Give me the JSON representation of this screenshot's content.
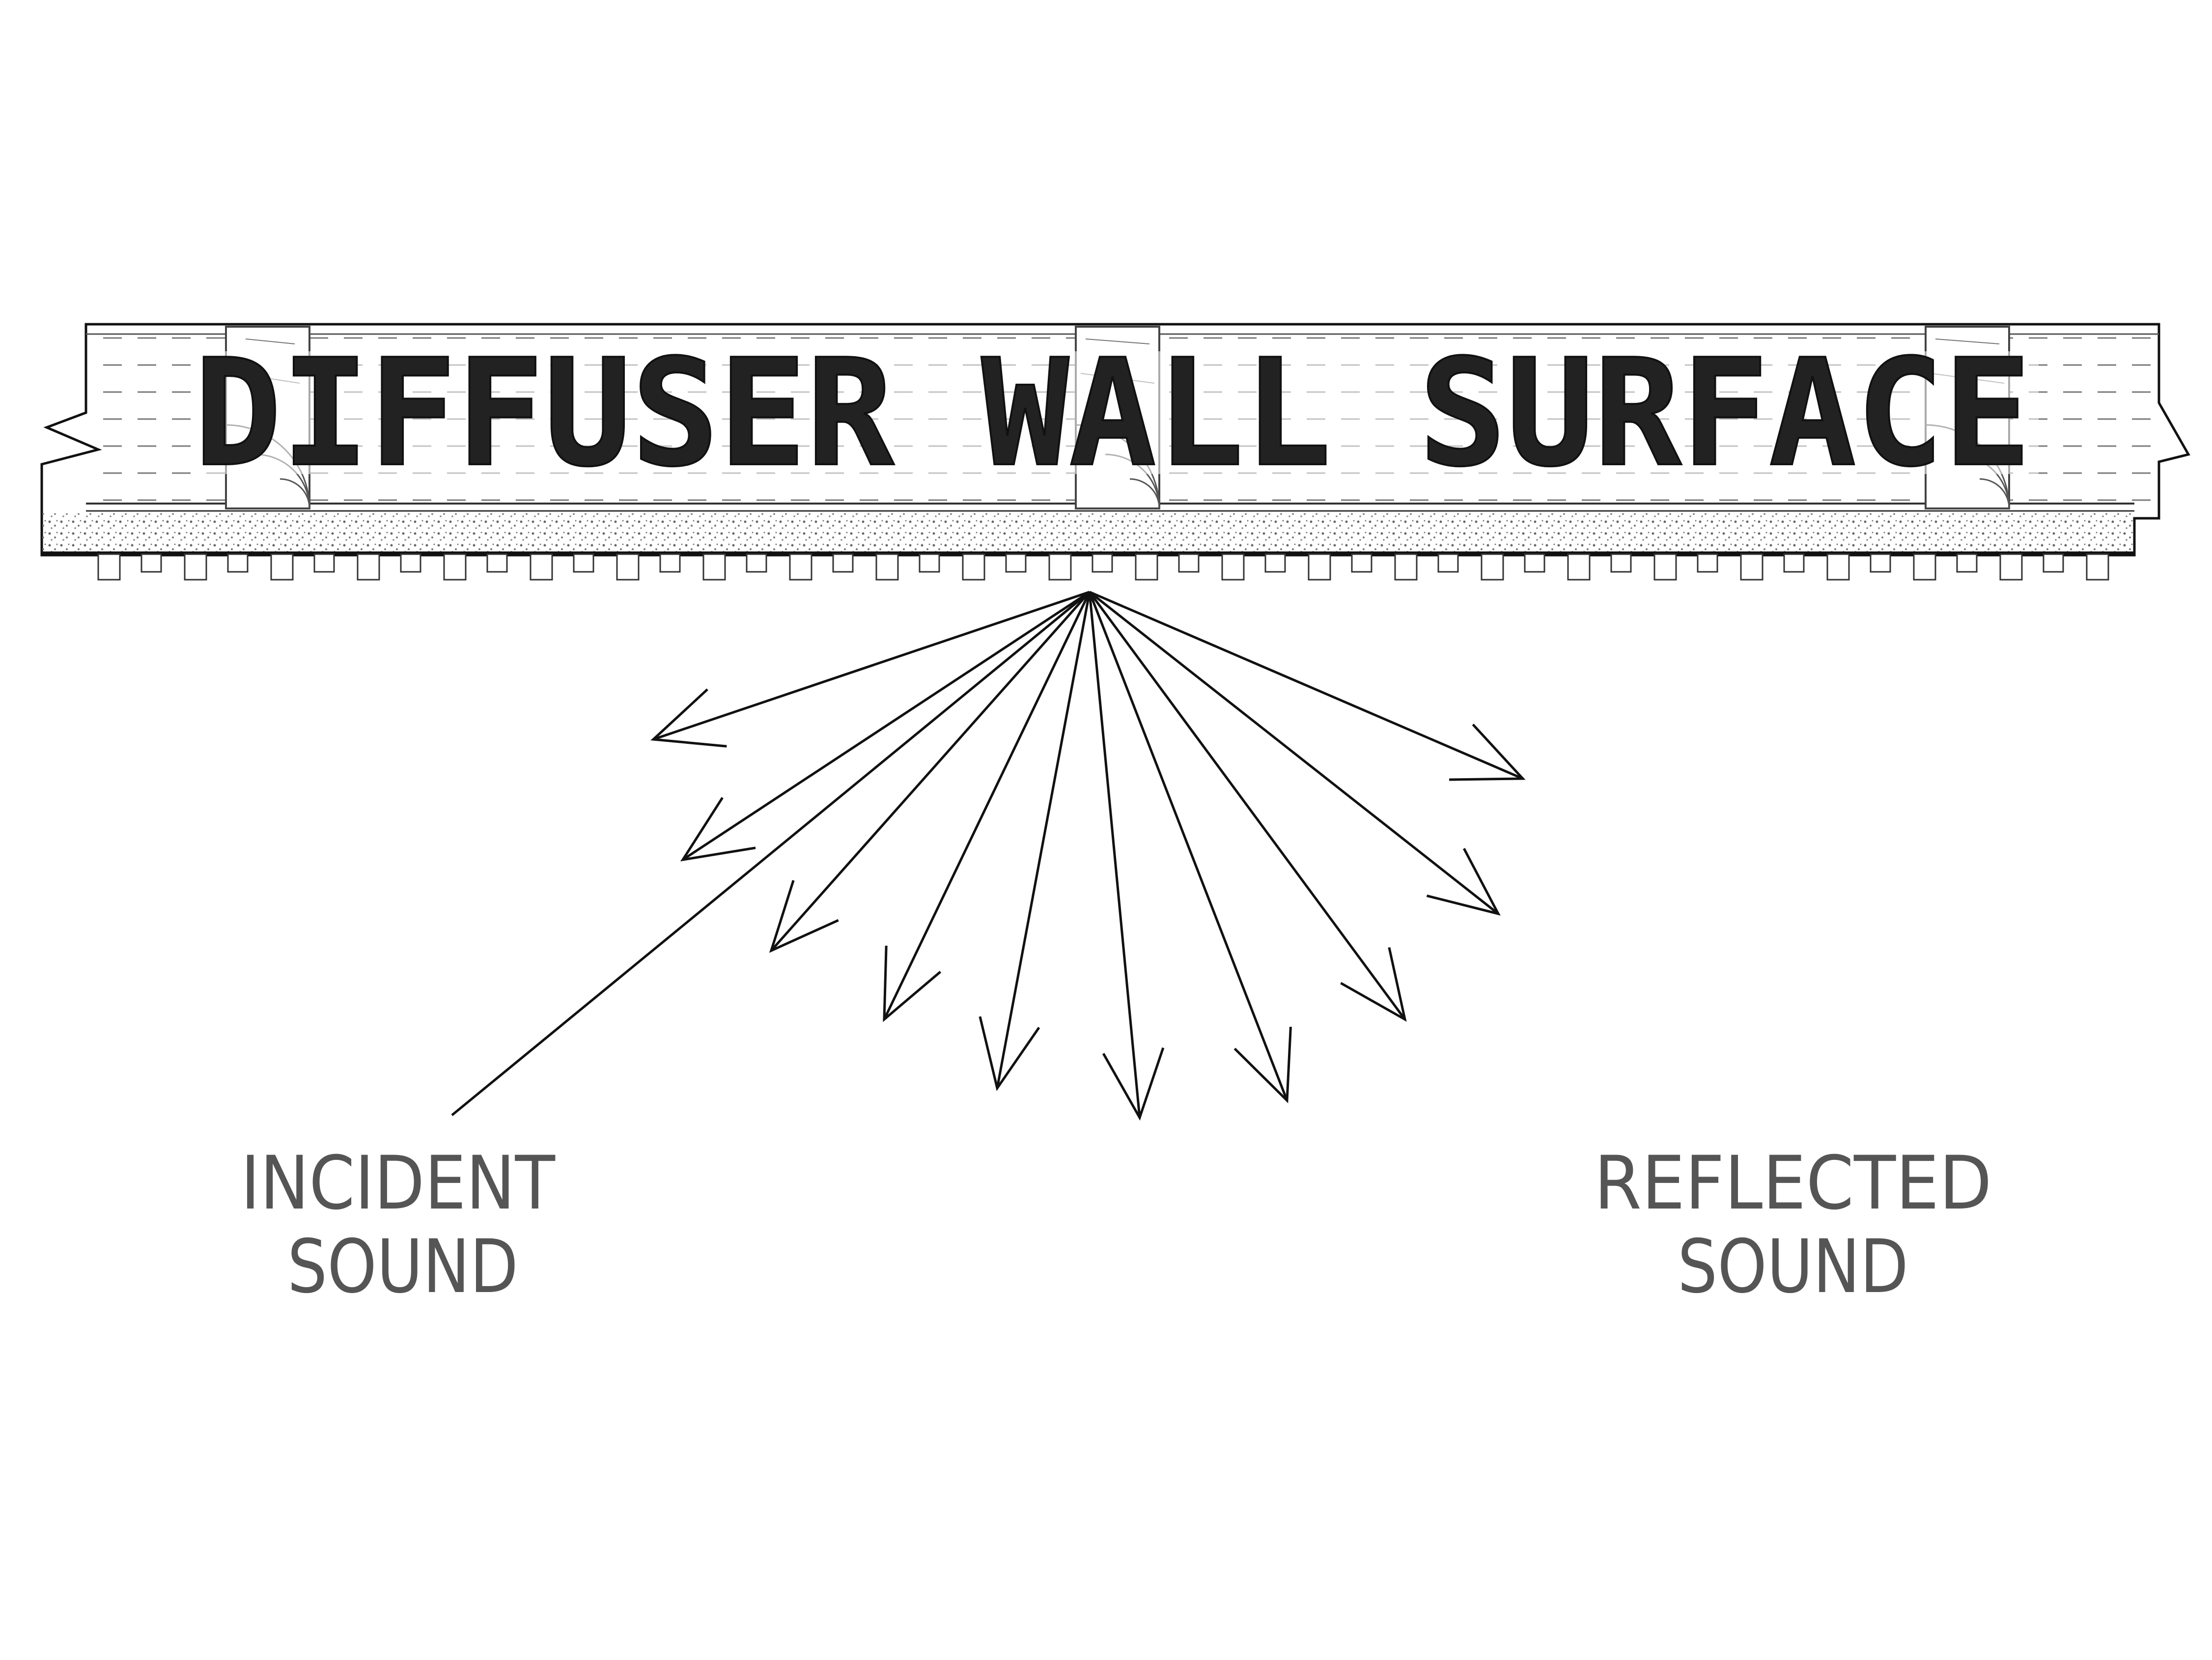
{
  "wall": {
    "title": "DIFFUSER WALL SURFACE"
  },
  "labels": {
    "incident_line1": "INCIDENT",
    "incident_line2": "SOUND",
    "reflected_line1": "REFLECTED",
    "reflected_line2": "SOUND"
  },
  "colors": {
    "ink": "#111111",
    "hatch": "#7a7a7a",
    "label": "#555555"
  }
}
